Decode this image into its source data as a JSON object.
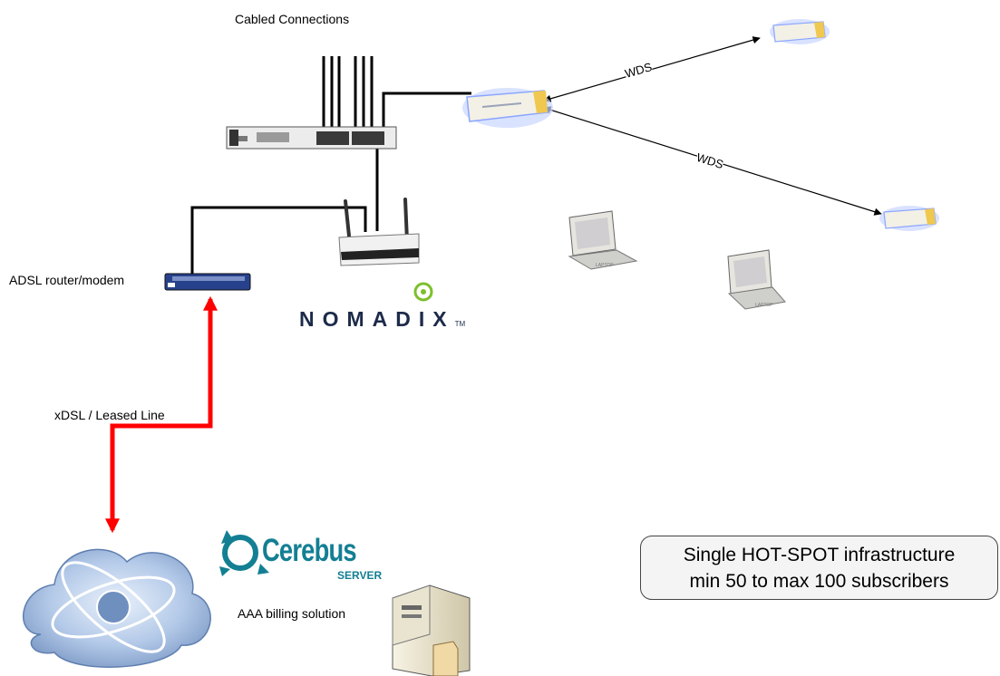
{
  "labels": {
    "cabled_connections": "Cabled Connections",
    "adsl_router": "ADSL router/modem",
    "xdsl_line": "xDSL / Leased Line",
    "aaa_billing": "AAA billing solution",
    "wds_top": "WDS",
    "wds_bottom": "WDS"
  },
  "infobox": {
    "line1": "Single HOT-SPOT infrastructure",
    "line2": "min 50 to max 100 subscribers"
  },
  "logos": {
    "nomadix": "NOMADIX",
    "nomadix_tm": "TM",
    "cerebus": "Cerebus",
    "cerebus_sub": "SERVER",
    "laptop": "LAPTOP"
  },
  "colors": {
    "cable": "#000000",
    "dsl_line": "#ff0000",
    "ap_glow": "#8aa6ff",
    "ap_body": "#f2efe2",
    "ap_stripe": "#f0c850",
    "router_body": "#27418c",
    "cloud": "#9fb9dd",
    "cerebus_teal": "#137f93",
    "nomadix_green": "#7cbf2c"
  }
}
